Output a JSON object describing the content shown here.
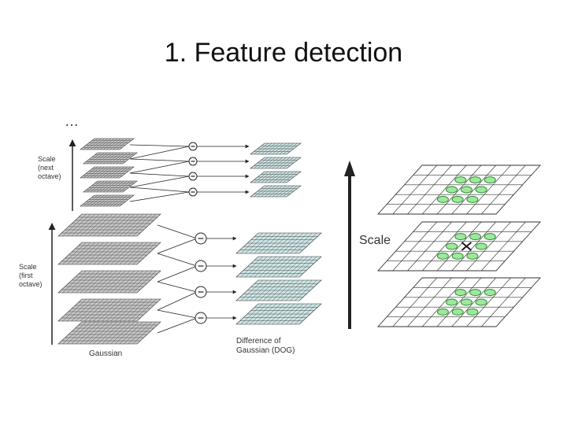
{
  "slide": {
    "title": "1. Feature detection"
  },
  "diagram": {
    "ellipsis": "…",
    "scale_next_octave": [
      "Scale",
      "(next",
      "octave)"
    ],
    "scale_first_octave": [
      "Scale",
      "(first",
      "octave)"
    ],
    "gaussian_label": "Gaussian",
    "dog_label": [
      "Difference of",
      "Gaussian (DOG)"
    ],
    "scale_label": "Scale",
    "minus_symbol": "−"
  },
  "colors": {
    "grid_stroke": "#333333",
    "dog_fill": "#cfe6e6",
    "gaussian_fill": "#c8c8c8",
    "keypoint_fill": "#9ee89e",
    "keypoint_stroke": "#2e8b2e"
  }
}
